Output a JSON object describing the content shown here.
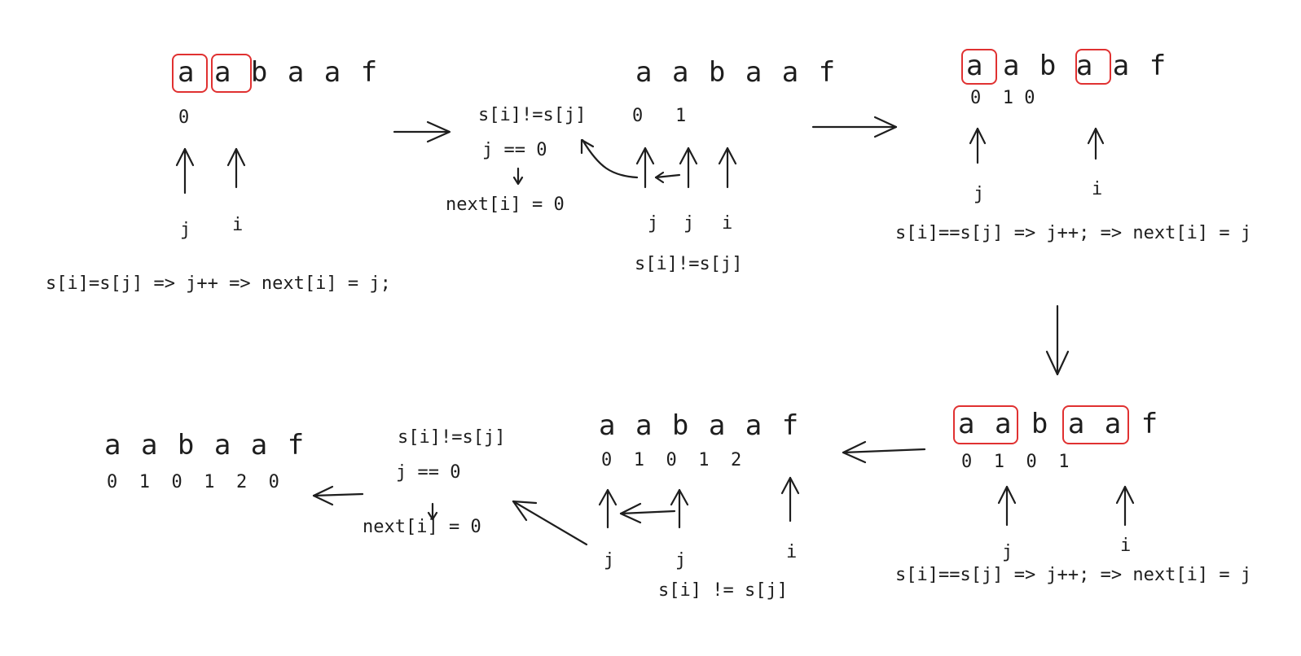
{
  "colors": {
    "ink": "#1e1e1e",
    "highlight": "#e03131",
    "background": "#ffffff"
  },
  "string": "a a b a a f",
  "pointers": {
    "j": "j",
    "i": "i"
  },
  "step1": {
    "string": "a a b a a f",
    "next": "0",
    "rule": "s[i]=s[j] => j++ => next[i] = j;"
  },
  "step2": {
    "string": "a a b a a f",
    "next": "0   1",
    "cond": "s[i]!=s[j]",
    "check": "j == 0",
    "result": "next[i] = 0",
    "note": "s[i]!=s[j]"
  },
  "step3": {
    "string": "a a b a a f",
    "next": "0  1 0",
    "rule": "s[i]==s[j] => j++; => next[i] = j"
  },
  "step4": {
    "string": "a a b a a f",
    "next": "0  1  0  1",
    "rule": "s[i]==s[j] => j++; => next[i] = j"
  },
  "step5": {
    "string": "a a b a a f",
    "next": "0  1  0  1  2",
    "note": "s[i] != s[j]"
  },
  "step6": {
    "cond": "s[i]!=s[j]",
    "check": "j == 0",
    "result": "next[i] = 0"
  },
  "final": {
    "string": "a a b a a f",
    "next": "0  1  0  1  2  0"
  }
}
